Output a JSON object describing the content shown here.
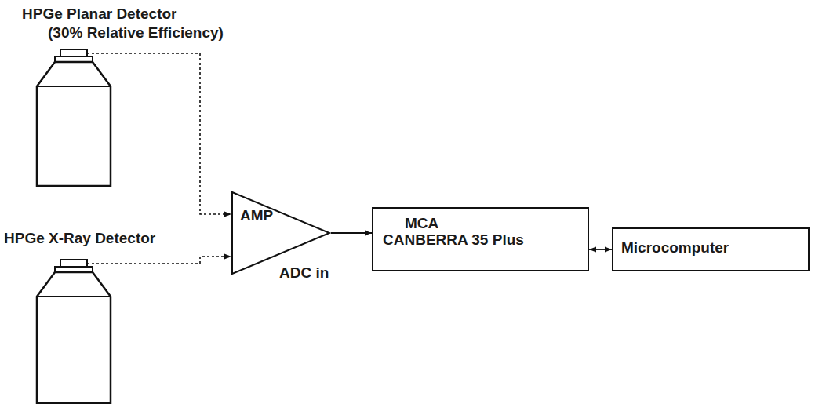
{
  "diagram": {
    "nodes": [
      {
        "text": [
          "HPGe Planar Detector",
          "(30% Relative Efficiency)"
        ]
      },
      {
        "text": [
          "HPGe X-Ray Detector"
        ]
      },
      {
        "text": [
          "AMP"
        ]
      },
      {
        "text": [
          "MCA",
          "CANBERRA 35 Plus"
        ]
      },
      {
        "text": [
          "Microcomputer"
        ]
      }
    ],
    "edges": [
      {
        "from": 0,
        "to": 2,
        "arrow": "to"
      },
      {
        "from": 1,
        "to": 2,
        "arrow": "to"
      },
      {
        "from": 2,
        "to": 3,
        "arrow": "to"
      },
      {
        "from": 3,
        "to": 4,
        "arrow": "both"
      }
    ],
    "labels": [
      "ADC in"
    ]
  }
}
